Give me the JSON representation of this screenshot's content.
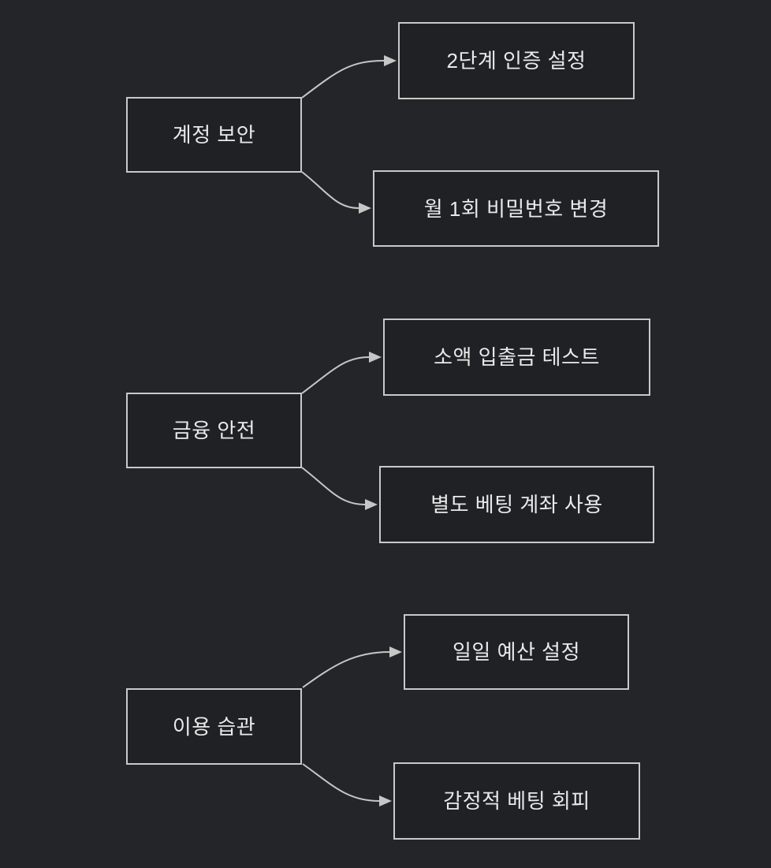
{
  "diagram": {
    "type": "flowchart",
    "direction": "left-to-right",
    "groups": [
      {
        "parent": {
          "label": "계정 보안"
        },
        "children": [
          {
            "label": "2단계 인증 설정"
          },
          {
            "label": "월 1회 비밀번호 변경"
          }
        ]
      },
      {
        "parent": {
          "label": "금융 안전"
        },
        "children": [
          {
            "label": "소액 입출금 테스트"
          },
          {
            "label": "별도 베팅 계좌 사용"
          }
        ]
      },
      {
        "parent": {
          "label": "이용 습관"
        },
        "children": [
          {
            "label": "일일 예산 설정"
          },
          {
            "label": "감정적 베팅 회피"
          }
        ]
      }
    ]
  },
  "colors": {
    "background": "#232529",
    "node_fill": "#1f2124",
    "node_border": "#c9c9c9",
    "text": "#e9e9e9",
    "edge": "#c6c6c6"
  }
}
